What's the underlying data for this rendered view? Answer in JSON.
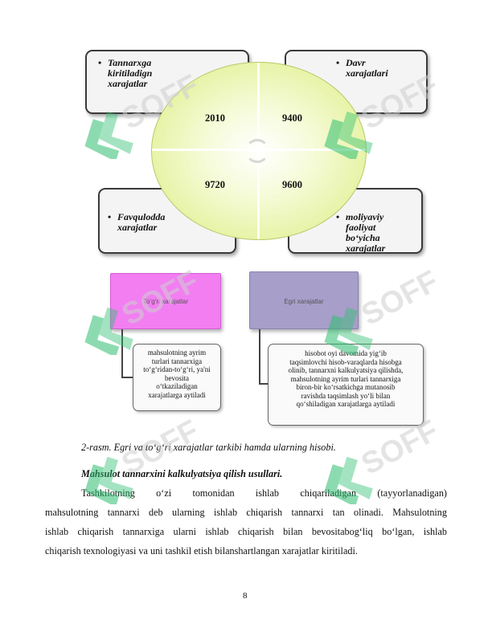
{
  "diagram": {
    "boxes": {
      "top_left": "Tannarxga\nkiritiladign\nxarajatlar",
      "top_right": "Davr\nxarajatlari",
      "bottom_left": "Favqulodda\nxarajatlar",
      "bottom_right": "moliyaviy\nfaoliyat\nbo‘yicha\nxarajatlar"
    },
    "values": {
      "q1": "2010",
      "q2": "9400",
      "q3": "9720",
      "q4": "9600"
    },
    "direct_tag": "To‘g‘ri xarajatlar",
    "indirect_tag": "Egri xarajatlar",
    "direct_desc": "mahsulotning ayrim\nturlari tannarxiga\nto‘g‘ridan-to‘g‘ri, ya'ni\nbevosita\no‘tkaziladigan\nxarajatlarga aytiladi",
    "indirect_desc": "hisobot oyi davomida yig‘ib\ntaqsimlovchi hisob-varaqlarda hisobga\nolinib, tannarxni kalkulyatsiya qilishda,\nmahsulotning ayrim turlari tannarxiga\nbiron-bir ko‘rsatkichga mutanosib\nravishda taqsimlash yo‘li bilan\nqo‘shiladigan xarajatlarga aytiladi"
  },
  "caption": "2-rasm. Egri va to‘g‘ri xarajatlar tarkibi hamda ularning hisobi.",
  "section_title": "Mahsulot tannarxini kalkulyatsiya qilish usullari.",
  "body_lines": [
    "Tashkilotning o‘zi tomonidan ishlab chiqariladigan (tayyorlanadigan)",
    "mahsulotning tannarxi deb ularning ishlab chiqarish tannarxi tan olinadi. Mahsulotning",
    "ishlab chiqarish tannarxiga ularni ishlab chiqarish bilan bevositabog‘liq bo‘lgan, ishlab",
    "chiqarish texnologiyasi va uni tashkil etish bilanshartlangan xarajatlar kiritiladi."
  ],
  "page_number": "8",
  "watermark": "SOFF",
  "colors": {
    "direct_tag": "#f27ef2",
    "indirect_tag": "#a79ec9",
    "circle": "#e4f19b",
    "watermark": "#2fbf71"
  }
}
